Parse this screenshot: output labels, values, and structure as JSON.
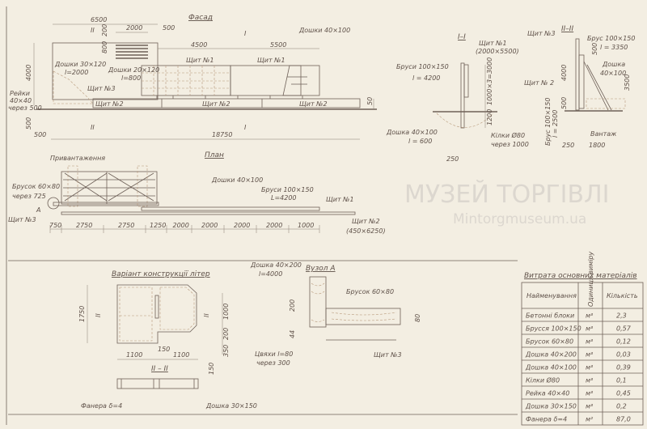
{
  "facade": {
    "title": "Фасад",
    "dims": {
      "d6500": "6500",
      "d2000": "2000",
      "d500": "500",
      "d200": "200",
      "d800": "800",
      "d4500": "4500",
      "d5500": "5500",
      "d4000": "4000",
      "d50": "50",
      "d500b": "500",
      "d500c": "500",
      "d18750": "18750"
    },
    "labels": {
      "boards_40x100": "Дошки 40×100",
      "boards_30x120": "Дошки 30×120",
      "l2000": "l=2000",
      "boards_20x120": "Дошки 20×120",
      "l800": "l=800",
      "shield1a": "Щит №1",
      "shield1b": "Щит №1",
      "shield3": "Щит №3",
      "rails": "Рейки",
      "rails_size": "40×40",
      "rails_step": "через 500",
      "shield2a": "Щит №2",
      "shield2b": "Щит №2",
      "shield2c": "Щит №2",
      "sec1": "I",
      "sec2": "II"
    }
  },
  "section_1": {
    "title": "I–I",
    "labels": {
      "shield1": "Щит №1",
      "shield1_size": "(2000×5500)",
      "beams": "Бруси  100×150",
      "beams_l": "l = 4200",
      "dim_3000": "1000×3=3000",
      "dim_1200": "1200",
      "board": "Дошка 40×100",
      "board_l": "l = 600",
      "stakes": "Кілки Ø80",
      "stakes_step": "через 1000",
      "dim_250": "250"
    }
  },
  "section_2": {
    "title": "II–II",
    "labels": {
      "shield3": "Щит №3",
      "beam": "Брус 100×150",
      "beam_l": "l = 3350",
      "dim_500": "500",
      "board": "Дошка",
      "board_size": "40×100",
      "dim_4000": "4000",
      "dim_3500": "3500",
      "shield2": "Щит № 2",
      "dim_500b": "500",
      "beam2": "Брус 100×150",
      "beam2_l": "l = 2500",
      "load": "Вантаж",
      "dim_250": "250",
      "dim_1800": "1800"
    }
  },
  "plan": {
    "title": "План",
    "labels": {
      "loading": "Привантаження",
      "bar": "Брусок 60×80",
      "bar_step": "через 725",
      "node_a": "A",
      "shield3": "Щит №3",
      "boards": "Дошки 40×100",
      "beams": "Бруси   100×150",
      "beams_l": "L=4200",
      "shield1": "Щит №1",
      "shield2": "Щит №2",
      "shield2_size": "(450×6250)"
    },
    "dims": [
      "750",
      "2750",
      "2750",
      "1250",
      "2000",
      "2000",
      "2000",
      "2000",
      "1000"
    ]
  },
  "letters": {
    "title": "Варіант конструкції літер",
    "dims": {
      "d1750": "1750",
      "d1000": "1000",
      "d200": "200",
      "d350": "350",
      "d1100a": "1100",
      "d150": "150",
      "d1100b": "1100",
      "d150b": "150"
    },
    "section_title": "II – II",
    "sec_mark_a": "II",
    "sec_mark_b": "II",
    "plywood": "Фанера δ=4",
    "board": "Дошка 30×150"
  },
  "node_a": {
    "title": "Вузол А",
    "labels": {
      "board": "Дошка 40×200",
      "board_l": "l=4000",
      "bar": "Брусок 60×80",
      "dim_200": "200",
      "dim_80": "80",
      "dim_44": "44",
      "nails": "Цвяхи  l=80",
      "nails_step": "через 300",
      "shield3": "Щит №3"
    }
  },
  "materials": {
    "title": "Витрата основних матеріалів",
    "headers": [
      "Найменування",
      "Одиниця виміру",
      "Кількість"
    ],
    "rows": [
      [
        "Бетонні блоки",
        "м³",
        "2,3"
      ],
      [
        "Брусся 100×150",
        "м³",
        "0,57"
      ],
      [
        "Брусок 60×80",
        "м³",
        "0,12"
      ],
      [
        "Дошка 40×200",
        "м³",
        "0,03"
      ],
      [
        "Дошка 40×100",
        "м³",
        "0,39"
      ],
      [
        "Кілки Ø80",
        "м³",
        "0,1"
      ],
      [
        "Рейка 40×40",
        "м³",
        "0,45"
      ],
      [
        "Дошка 30×150",
        "м³",
        "0,2"
      ],
      [
        "Фанера δ=4",
        "м²",
        "87,0"
      ]
    ]
  },
  "watermark": {
    "line1": "МУЗЕЙ ТОРГІВЛІ",
    "line2": "Mintorgmuseum.ua"
  }
}
